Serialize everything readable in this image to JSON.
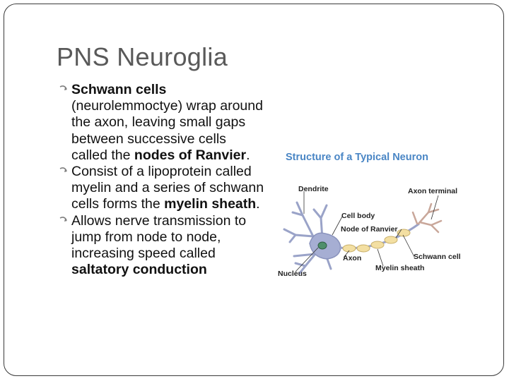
{
  "slide": {
    "title": "PNS Neuroglia",
    "bullets": [
      {
        "parts": [
          {
            "text": "Schwann cells",
            "bold": true
          },
          {
            "text": " (neurolemmoctye) wrap around the axon, leaving small gaps between successive cells called the ",
            "bold": false
          },
          {
            "text": "nodes of Ranvier",
            "bold": true
          },
          {
            "text": ".",
            "bold": false
          }
        ]
      },
      {
        "parts": [
          {
            "text": "Consist of a lipoprotein called myelin and a series of schwann cells forms the ",
            "bold": false
          },
          {
            "text": "myelin sheath",
            "bold": true
          },
          {
            "text": ".",
            "bold": false
          }
        ]
      },
      {
        "parts": [
          {
            "text": "Allows nerve transmission to jump from node to node, increasing speed called ",
            "bold": false
          },
          {
            "text": "saltatory conduction",
            "bold": true
          }
        ]
      }
    ]
  },
  "diagram": {
    "title": "Structure of a Typical Neuron",
    "labels": {
      "dendrite": "Dendrite",
      "axon_terminal": "Axon terminal",
      "cell_body": "Cell body",
      "node_of_ranvier": "Node of Ranvier",
      "schwann_cell": "Schwann cell",
      "axon": "Axon",
      "myelin_sheath": "Myelin sheath",
      "nucleus": "Nucleus"
    },
    "colors": {
      "title": "#4a86c5",
      "neuron": "#9aa3c8",
      "myelin": "#f3dfa2",
      "terminal": "#c9a79a"
    }
  }
}
